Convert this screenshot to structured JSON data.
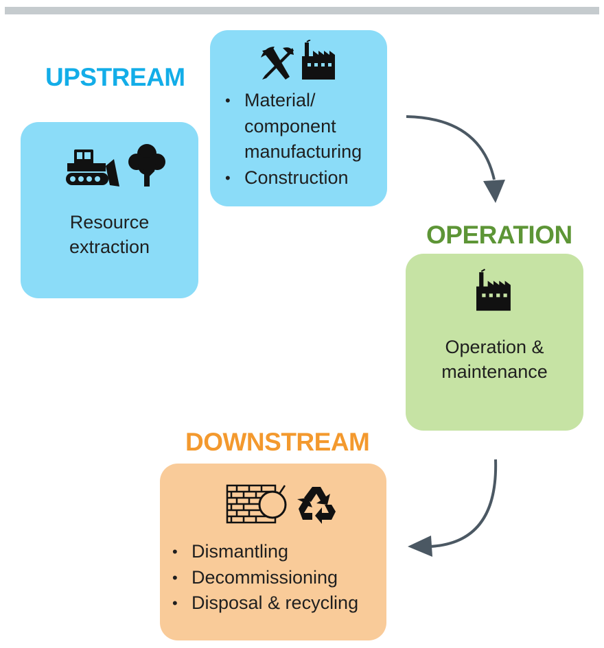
{
  "headings": {
    "upstream": "UPSTREAM",
    "operation": "OPERATION",
    "downstream": "DOWNSTREAM"
  },
  "boxes": {
    "extraction": {
      "icons": [
        "bulldozer-icon",
        "tree-icon"
      ],
      "label_lines": [
        "Resource",
        "extraction"
      ]
    },
    "manufacturing": {
      "icons": [
        "pick-shovel-icon",
        "factory-icon"
      ],
      "items": [
        {
          "lines": [
            "Material/",
            "component",
            "manufacturing"
          ]
        },
        {
          "lines": [
            "Construction"
          ]
        }
      ]
    },
    "operation": {
      "icons": [
        "factory-icon"
      ],
      "label_lines": [
        "Operation &",
        "maintenance"
      ]
    },
    "downstream": {
      "icons": [
        "brick-wall-wrecking-ball-icon",
        "recycle-icon"
      ],
      "items": [
        {
          "lines": [
            "Dismantling"
          ]
        },
        {
          "lines": [
            "Decommissioning"
          ]
        },
        {
          "lines": [
            "Disposal & recycling"
          ]
        }
      ]
    }
  },
  "colors": {
    "upstream": "#13ade8",
    "operation": "#5d9536",
    "downstream": "#f3992e",
    "upstream_box": "#8bdcf8",
    "operation_box": "#c6e3a4",
    "downstream_box": "#f9cb99",
    "arrow": "#4b5863"
  }
}
